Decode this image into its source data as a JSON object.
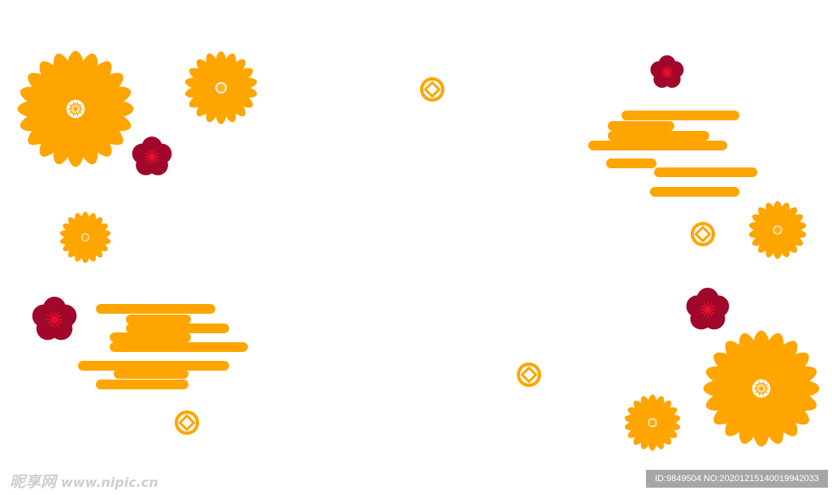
{
  "colors": {
    "background": "#ffffff",
    "chrysanthemum": "#ffa500",
    "plum_blossom": "#a0072a",
    "plum_center": "#e8102a",
    "cloud": "#ffa500",
    "coin": "#ffa500",
    "watermark": "#cfcfcf",
    "id_bar": "#a6a6a6"
  },
  "icons": {
    "chrysanthemum": "chrysanthemum-icon",
    "plum_blossom": "plum-blossom-icon",
    "cloud": "auspicious-cloud-icon",
    "coin": "square-hole-coin-icon"
  },
  "watermark": {
    "brand": "昵享网",
    "url": "www.nipic.cn"
  },
  "id_text": "ID:9849504 NO:20201215140019942033"
}
